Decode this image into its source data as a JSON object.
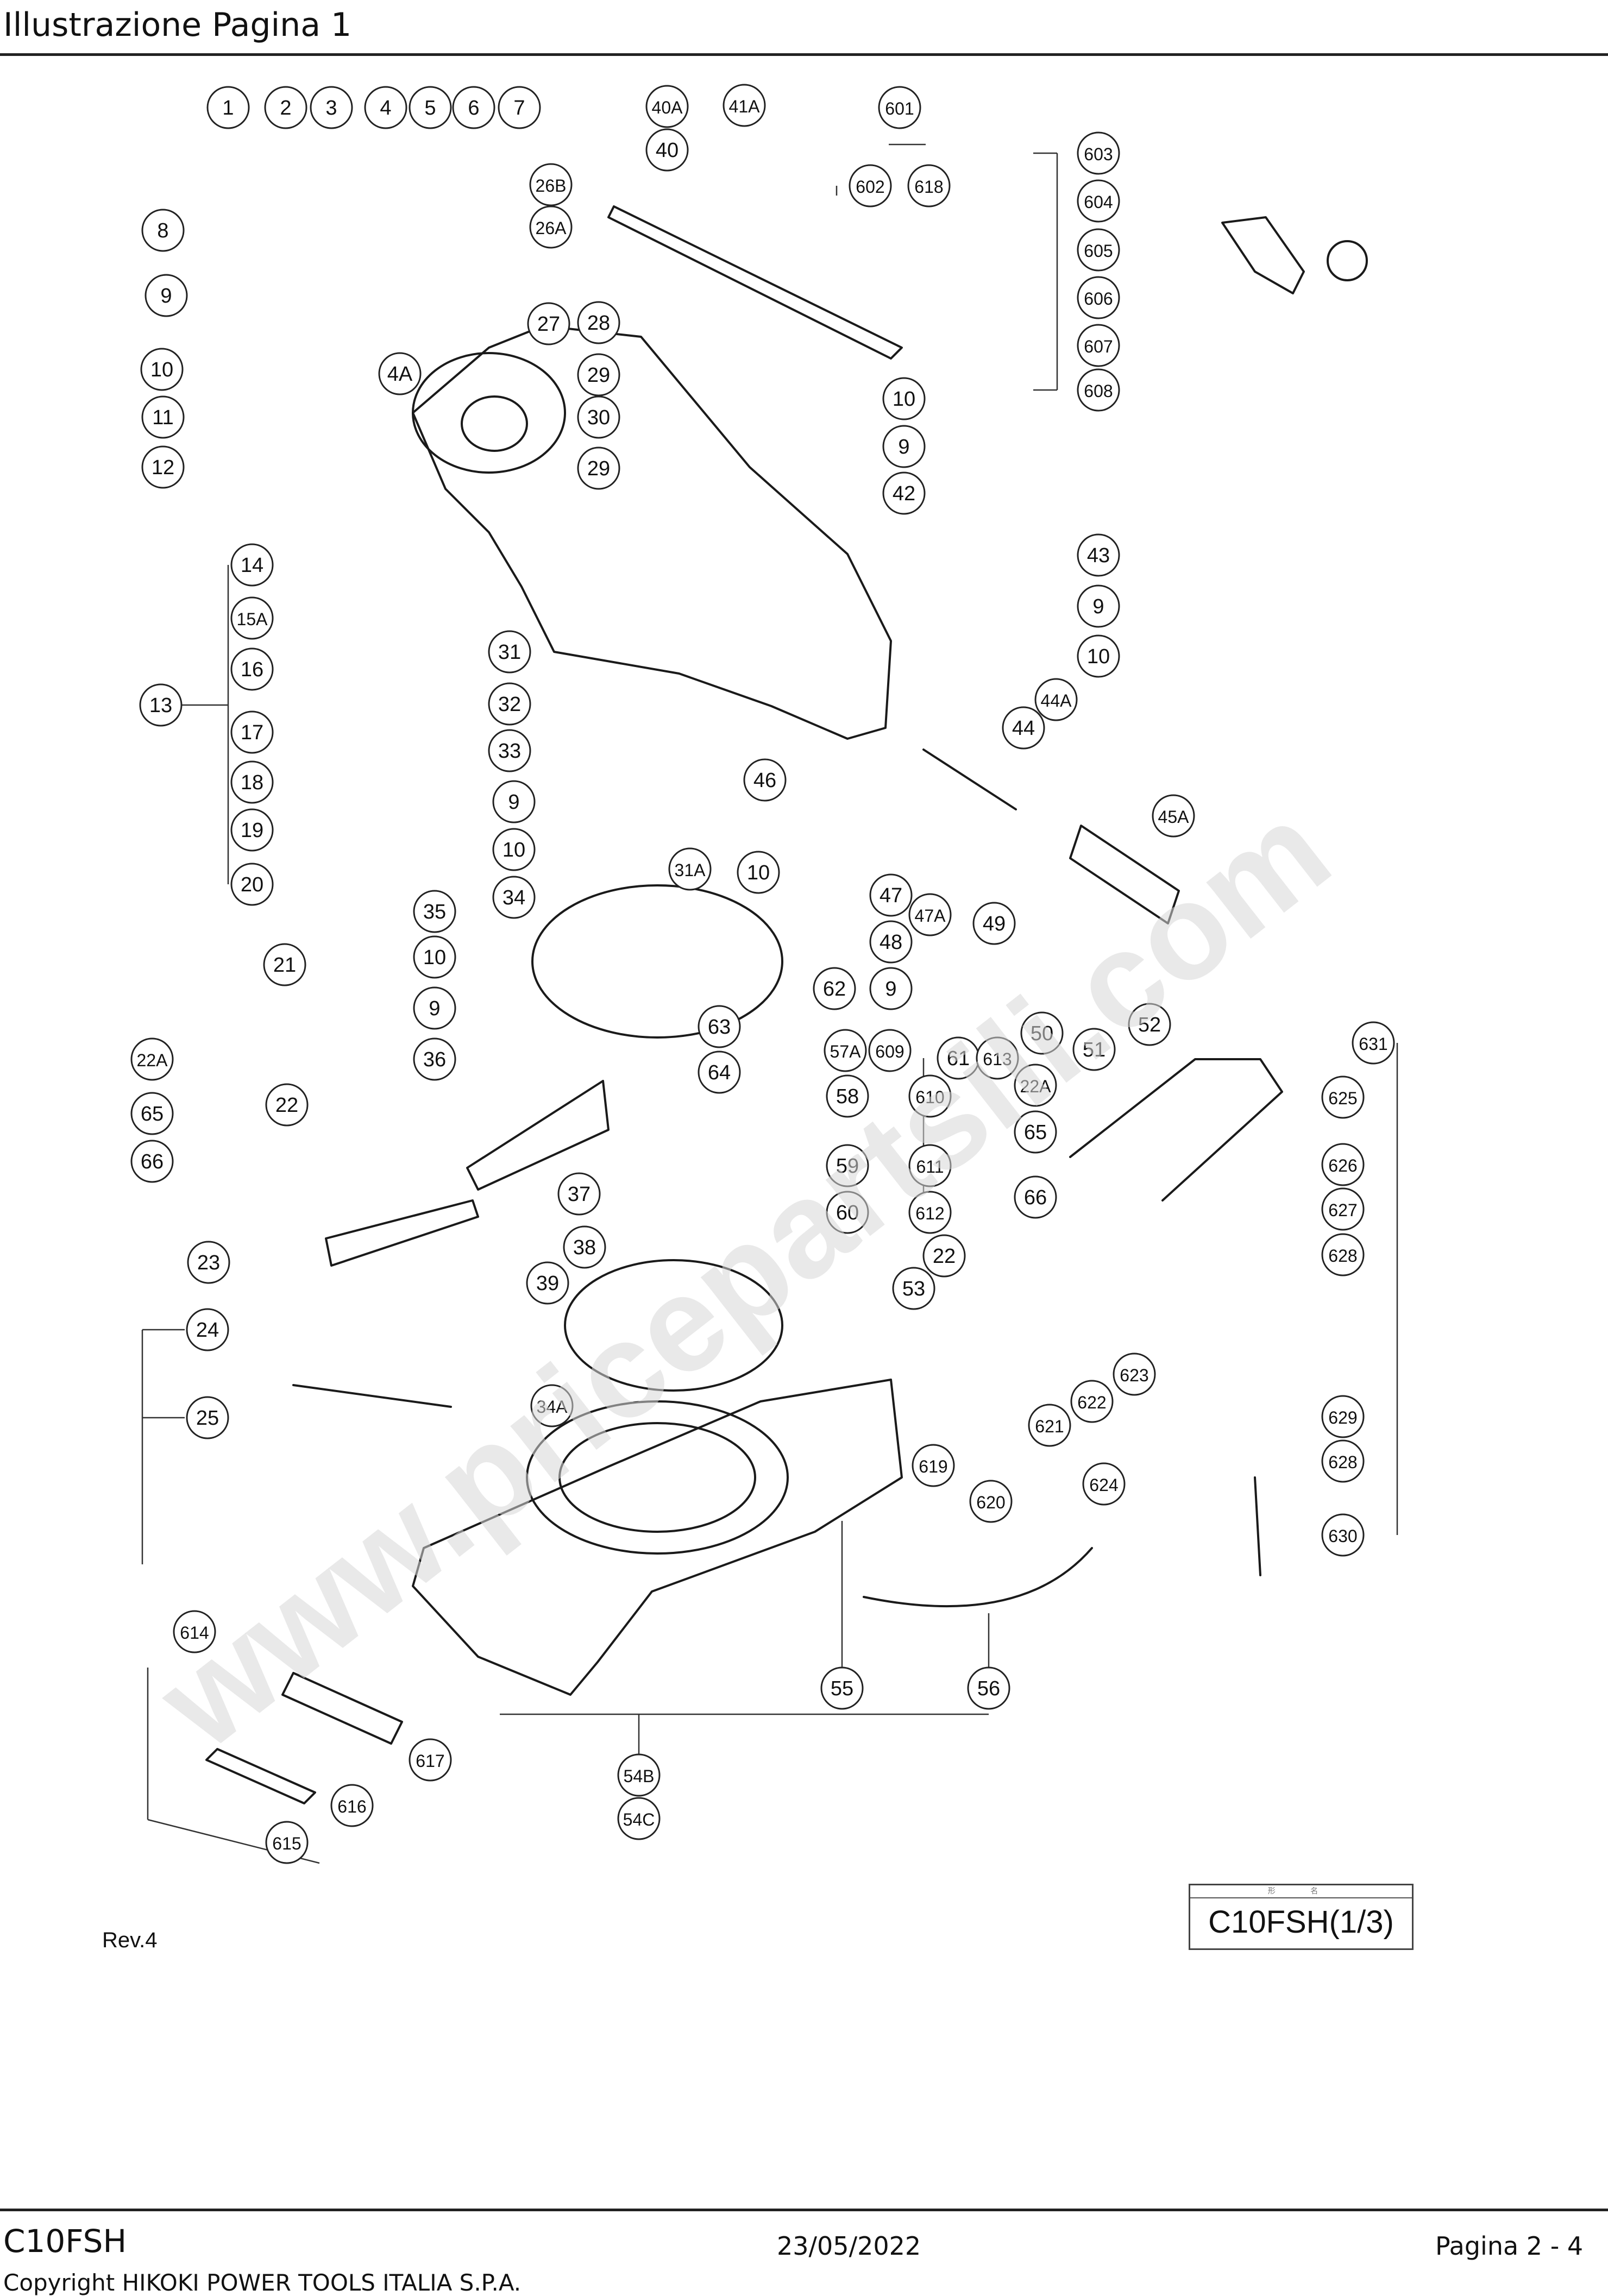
{
  "header": {
    "title": "Illustrazione  Pagina 1"
  },
  "footer": {
    "model": "C10FSH",
    "date": "23/05/2022",
    "page": "Pagina 2 - 4",
    "copyright": "Copyright HIKOKI POWER TOOLS ITALIA S.P.A."
  },
  "revision": "Rev.4",
  "title_block": {
    "header": "形 名",
    "model": "C10FSH(1/3)"
  },
  "watermark": "www.pricepartsili.com",
  "colors": {
    "ink": "#1a1a1a",
    "watermark": "#d7d7d7"
  },
  "callouts": [
    "1",
    "2",
    "3",
    "4",
    "5",
    "6",
    "7",
    "8",
    "9",
    "10",
    "11",
    "12",
    "4A",
    "26B",
    "26A",
    "27",
    "28",
    "29",
    "30",
    "40A",
    "40",
    "41A",
    "601",
    "602",
    "618",
    "603",
    "604",
    "605",
    "606",
    "607",
    "608",
    "14",
    "15A",
    "16",
    "13",
    "17",
    "18",
    "19",
    "20",
    "31",
    "32",
    "33",
    "34",
    "35",
    "36",
    "37",
    "38",
    "39",
    "31A",
    "46",
    "47",
    "47A",
    "48",
    "49",
    "50",
    "51",
    "52",
    "43",
    "44",
    "44A",
    "45A",
    "42",
    "21",
    "22A",
    "22",
    "23",
    "24",
    "25",
    "34A",
    "53",
    "54B",
    "54C",
    "55",
    "56",
    "57A",
    "58",
    "59",
    "60",
    "61",
    "62",
    "63",
    "64",
    "65",
    "66",
    "609",
    "610",
    "611",
    "612",
    "613",
    "614",
    "615",
    "616",
    "617",
    "619",
    "620",
    "621",
    "622",
    "623",
    "624",
    "625",
    "626",
    "627",
    "628",
    "629",
    "630",
    "631"
  ]
}
